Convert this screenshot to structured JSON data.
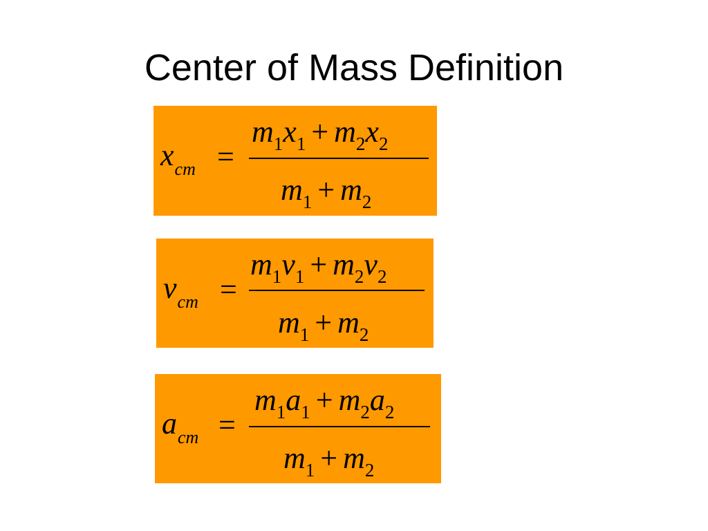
{
  "slide": {
    "title": "Center of Mass Definition"
  },
  "equations": [
    {
      "lhs_var": "x",
      "lhs_sub": "cm",
      "equals": "=",
      "numerator": {
        "m1": "m",
        "m1_sub": "1",
        "q1": "x",
        "q1_sub": "1",
        "plus": "+",
        "m2": "m",
        "m2_sub": "2",
        "q2": "x",
        "q2_sub": "2"
      },
      "denominator": {
        "m1": "m",
        "m1_sub": "1",
        "plus": "+",
        "m2": "m",
        "m2_sub": "2"
      }
    },
    {
      "lhs_var": "v",
      "lhs_sub": "cm",
      "equals": "=",
      "numerator": {
        "m1": "m",
        "m1_sub": "1",
        "q1": "v",
        "q1_sub": "1",
        "plus": "+",
        "m2": "m",
        "m2_sub": "2",
        "q2": "v",
        "q2_sub": "2"
      },
      "denominator": {
        "m1": "m",
        "m1_sub": "1",
        "plus": "+",
        "m2": "m",
        "m2_sub": "2"
      }
    },
    {
      "lhs_var": "a",
      "lhs_sub": "cm",
      "equals": "=",
      "numerator": {
        "m1": "m",
        "m1_sub": "1",
        "q1": "a",
        "q1_sub": "1",
        "plus": "+",
        "m2": "m",
        "m2_sub": "2",
        "q2": "a",
        "q2_sub": "2"
      },
      "denominator": {
        "m1": "m",
        "m1_sub": "1",
        "plus": "+",
        "m2": "m",
        "m2_sub": "2"
      }
    }
  ],
  "colors": {
    "box_fill": "#ff9900",
    "text": "#000000",
    "background": "#ffffff"
  }
}
